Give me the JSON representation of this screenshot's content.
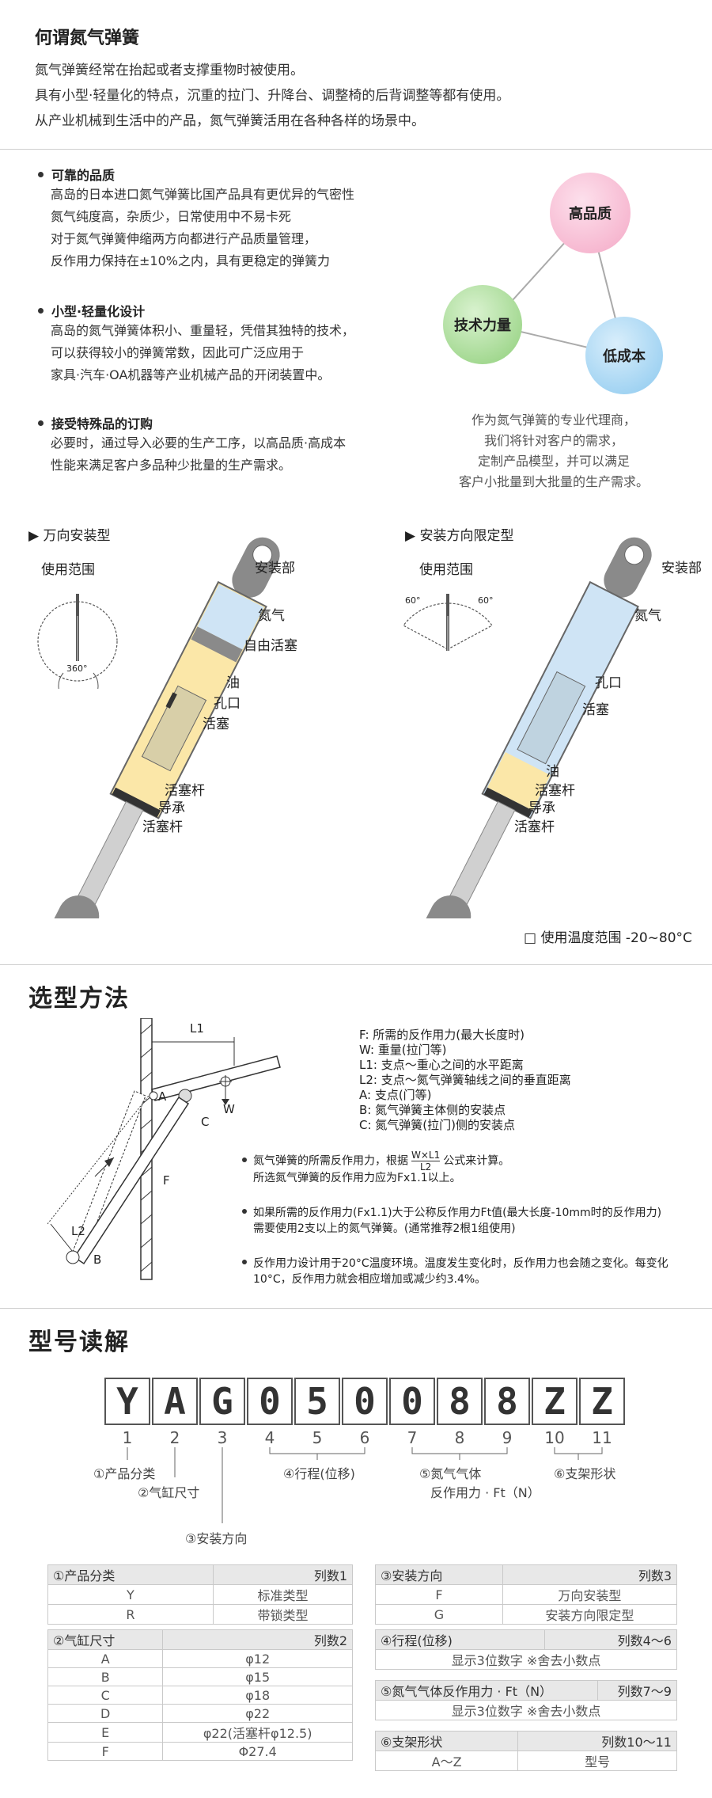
{
  "intro": {
    "title": "何谓氮气弹簧",
    "lines": [
      "氮气弹簧经常在抬起或者支撑重物时被使用。",
      "具有小型·轻量化的特点，沉重的拉门、升降台、调整椅的后背调整等都有使用。",
      "从产业机械到生活中的产品，氮气弹簧活用在各种各样的场景中。"
    ]
  },
  "features": [
    {
      "title": "可靠的品质",
      "lines": [
        "高岛的日本进口氮气弹簧比国产品具有更优异的气密性",
        "氮气纯度高，杂质少，日常使用中不易卡死",
        "对于氮气弹簧伸缩两方向都进行产品质量管理，",
        "反作用力保持在±10%之内，具有更稳定的弹簧力"
      ]
    },
    {
      "title": "小型·轻量化设计",
      "lines": [
        "高岛的氮气弹簧体积小、重量轻，凭借其独特的技术，",
        "可以获得较小的弹簧常数，因此可广泛应用于",
        "家具·汽车·OA机器等产业机械产品的开闭装置中。"
      ]
    },
    {
      "title": "接受特殊品的订购",
      "lines": [
        "必要时，通过导入必要的生产工序，以高品质·高成本",
        "性能来满足客户多品种少批量的生产需求。"
      ]
    }
  ],
  "triangle": {
    "top": "高品质",
    "left": "技术力量",
    "right": "低成本",
    "note": [
      "作为氮气弹簧的专业代理商，",
      "我们将针对客户的需求，",
      "定制产品模型，并可以满足",
      "客户小批量到大批量的生产需求。"
    ]
  },
  "diagram_left": {
    "title": "▶ 万向安装型",
    "range": "使用范围",
    "angle": "360°",
    "labels": [
      "安装部",
      "氮气",
      "自由活塞",
      "油",
      "孔口",
      "活塞",
      "活塞杆",
      "导承",
      "活塞杆"
    ]
  },
  "diagram_right": {
    "title": "▶ 安装方向限定型",
    "range": "使用范围",
    "angle_left": "60°",
    "angle_right": "60°",
    "labels": [
      "安装部",
      "氮气",
      "孔口",
      "活塞",
      "油",
      "活塞杆",
      "导承",
      "活塞杆"
    ]
  },
  "temp_note": "□ 使用温度范围 -20~80°C",
  "selection": {
    "heading": "选型方法",
    "fig_labels": {
      "L1": "L1",
      "L2": "L2",
      "A": "A",
      "B": "B",
      "C": "C",
      "W": "W",
      "F": "F"
    },
    "defs": [
      "F:  所需的反作用力(最大长度时)",
      "W:  重量(拉门等)",
      "L1:  支点～重心之间的水平距离",
      "L2:  支点～氮气弹簧轴线之间的垂直距离",
      "A:  支点(门等)",
      "B:  氮气弹簧主体侧的安装点",
      "C:  氮气弹簧(拉门)侧的安装点"
    ],
    "bullet1_pre": "氮气弹簧的所需反作用力，根据",
    "frac_num": "W×L1",
    "frac_den": "L2",
    "bullet1_post": "公式来计算。",
    "bullet1_line2": "所选氮气弹簧的反作用力应为Fx1.1以上。",
    "bullet2": [
      "如果所需的反作用力(Fx1.1)大于公称反作用力Ft值(最大长度-10mm时的反作用力)",
      "需要使用2支以上的氮气弹簧。(通常推荐2根1组使用)"
    ],
    "bullet3": [
      "反作用力设计用于20°C温度环境。温度发生变化时，反作用力也会随之变化。每变化",
      "10°C，反作用力就会相应增加或减少约3.4%。"
    ]
  },
  "model": {
    "heading": "型号读解",
    "code": [
      "Y",
      "A",
      "G",
      "0",
      "5",
      "0",
      "0",
      "8",
      "8",
      "Z",
      "Z"
    ],
    "positions": [
      "1",
      "2",
      "3",
      "4",
      "5",
      "6",
      "7",
      "8",
      "9",
      "10",
      "11"
    ],
    "labels": {
      "l1": "①产品分类",
      "l2": "②气缸尺寸",
      "l3": "③安装方向",
      "l4": "④行程(位移)",
      "l5a": "⑤氮气气体",
      "l5b": "反作用力 · Ft（N）",
      "l6": "⑥支架形状"
    }
  },
  "tables": {
    "t1": {
      "title": "①产品分类",
      "col": "列数1",
      "rows": [
        [
          "Y",
          "标准类型"
        ],
        [
          "R",
          "带锁类型"
        ]
      ]
    },
    "t2": {
      "title": "②气缸尺寸",
      "col": "列数2",
      "rows": [
        [
          "A",
          "φ12"
        ],
        [
          "B",
          "φ15"
        ],
        [
          "C",
          "φ18"
        ],
        [
          "D",
          "φ22"
        ],
        [
          "E",
          "φ22(活塞杆φ12.5)"
        ],
        [
          "F",
          "Φ27.4"
        ]
      ]
    },
    "t3": {
      "title": "③安装方向",
      "col": "列数3",
      "rows": [
        [
          "F",
          "万向安装型"
        ],
        [
          "G",
          "安装方向限定型"
        ]
      ]
    },
    "t4": {
      "title": "④行程(位移)",
      "col": "列数4～6",
      "row": "显示3位数字 ※舍去小数点"
    },
    "t5": {
      "title": "⑤氮气气体反作用力 · Ft（N）",
      "col": "列数7～9",
      "row": "显示3位数字 ※舍去小数点"
    },
    "t6": {
      "title": "⑥支架形状",
      "col": "列数10～11",
      "rows": [
        [
          "A～Z",
          "型号"
        ]
      ]
    }
  },
  "colors": {
    "gas": "#cfe4f5",
    "oil": "#fbe7a8",
    "metal": "#8a8a8a",
    "pink": "#f4a9c6",
    "green": "#8fcf7a",
    "blue": "#8cc9ef"
  }
}
